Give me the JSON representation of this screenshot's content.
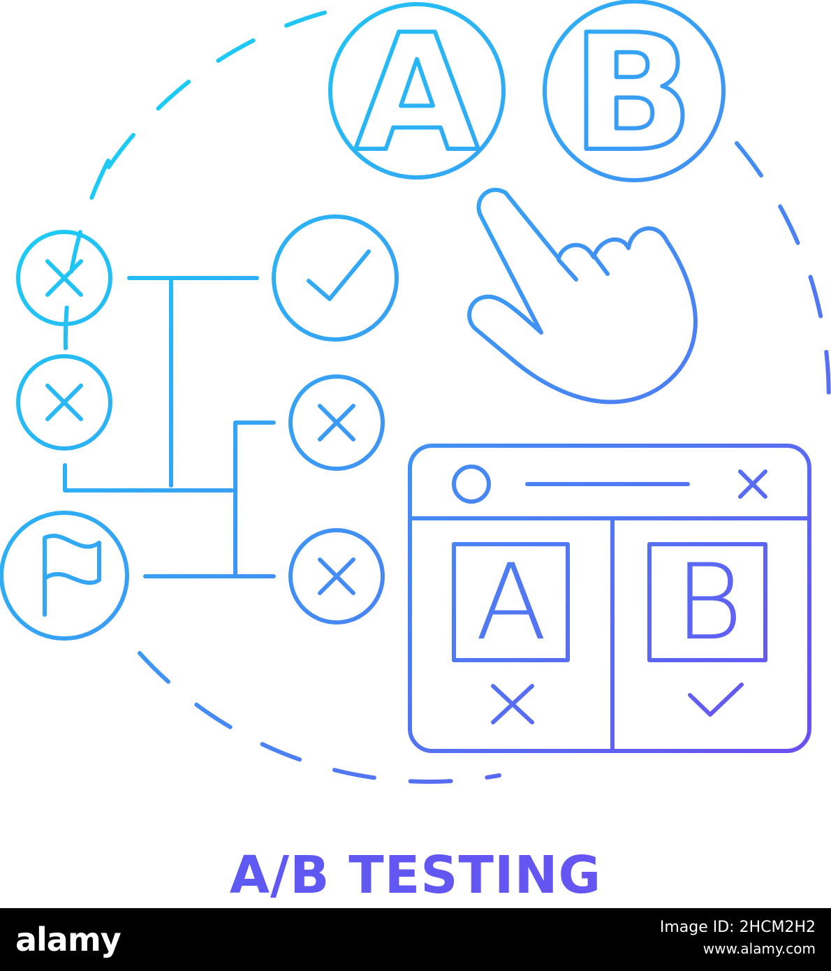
{
  "illustration": {
    "top_circles": [
      "A",
      "B"
    ],
    "window_panels": [
      {
        "letter": "A",
        "mark": "cross"
      },
      {
        "letter": "B",
        "mark": "check"
      }
    ],
    "icons": [
      "dashed-circle-icon",
      "pointing-hand-icon",
      "check-circle-icon",
      "cross-circle-icon",
      "flag-icon",
      "browser-window-icon"
    ],
    "colors": {
      "gradient_start": "#17d3f5",
      "gradient_end": "#6952f2"
    }
  },
  "caption": "A/B TESTING",
  "stock": {
    "brand": "alamy",
    "image_id": "Image ID: 2HCM2H2",
    "url": "www.alamy.com"
  }
}
